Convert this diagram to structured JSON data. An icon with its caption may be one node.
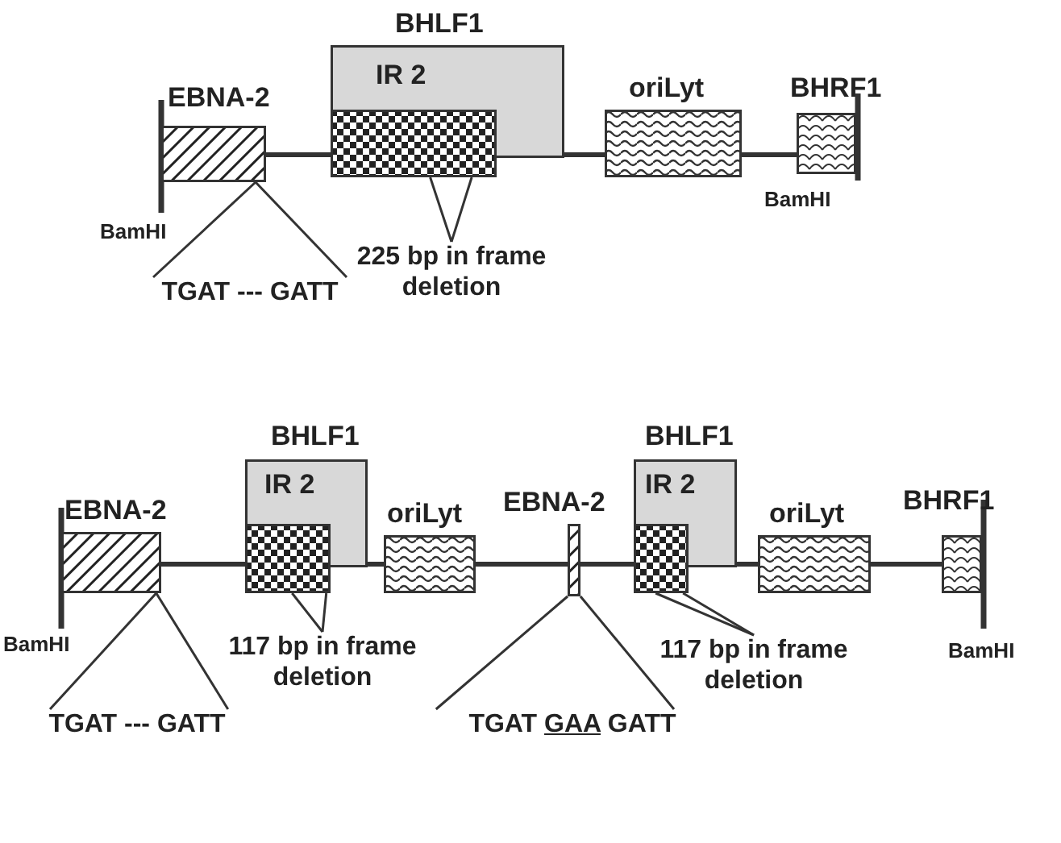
{
  "diagram": {
    "nodes": [
      {
        "text": [
          "EBNA-2"
        ]
      },
      {
        "text": [
          "BHLF1",
          "IR 2"
        ]
      },
      {
        "text": [],
        "shape": "box"
      },
      {
        "text": [
          "oriLyt"
        ]
      },
      {
        "text": [
          "BHRF1"
        ]
      },
      {
        "text": [
          "TGAT --- GATT"
        ]
      },
      {
        "text": [
          "225 bp in frame deletion"
        ]
      },
      {
        "text": [
          "EBNA-2"
        ]
      },
      {
        "text": [
          "BHLF1",
          "IR 2"
        ]
      },
      {
        "text": [],
        "shape": "box"
      },
      {
        "text": [
          "oriLyt"
        ]
      },
      {
        "text": [
          "EBNA-2"
        ]
      },
      {
        "text": [
          "BHLF1",
          "IR 2"
        ]
      },
      {
        "text": [],
        "shape": "box"
      },
      {
        "text": [
          "oriLyt"
        ]
      },
      {
        "text": [
          "BHRF1"
        ]
      },
      {
        "text": [
          "TGAT --- GATT"
        ]
      },
      {
        "text": [
          "117 bp in frame deletion"
        ]
      },
      {
        "text": [
          "TGAT GAA GATT"
        ]
      },
      {
        "text": [
          "117 bp in frame deletion"
        ]
      }
    ],
    "edges": [
      {
        "from": 5,
        "to": 0,
        "arrow": "none"
      },
      {
        "from": 5,
        "to": 0,
        "arrow": "none"
      },
      {
        "from": 2,
        "to": 6,
        "arrow": "none"
      },
      {
        "from": 2,
        "to": 6,
        "arrow": "none"
      },
      {
        "from": 16,
        "to": 7,
        "arrow": "none"
      },
      {
        "from": 16,
        "to": 7,
        "arrow": "none"
      },
      {
        "from": 9,
        "to": 17,
        "arrow": "none"
      },
      {
        "from": 9,
        "to": 17,
        "arrow": "none"
      },
      {
        "from": 11,
        "to": 18,
        "arrow": "none"
      },
      {
        "from": 11,
        "to": 18,
        "arrow": "none"
      },
      {
        "from": 13,
        "to": 19,
        "arrow": "none"
      },
      {
        "from": 13,
        "to": 19,
        "arrow": "none"
      },
      {
        "from": 0,
        "to": 2,
        "arrow": "none",
        "style": "thick"
      },
      {
        "from": 1,
        "to": 3,
        "arrow": "none",
        "style": "thick"
      },
      {
        "from": 3,
        "to": 4,
        "arrow": "none",
        "style": "thick"
      },
      {
        "from": 7,
        "to": 9,
        "arrow": "none",
        "style": "thick"
      },
      {
        "from": 8,
        "to": 10,
        "arrow": "none",
        "style": "thick"
      },
      {
        "from": 10,
        "to": 11,
        "arrow": "none",
        "style": "thick"
      },
      {
        "from": 11,
        "to": 13,
        "arrow": "none",
        "style": "thick"
      },
      {
        "from": 12,
        "to": 14,
        "arrow": "none",
        "style": "thick"
      },
      {
        "from": 14,
        "to": 15,
        "arrow": "none",
        "style": "thick"
      }
    ],
    "labels": [
      "BamHI",
      "BamHI",
      "BamHI",
      "BamHI"
    ]
  }
}
